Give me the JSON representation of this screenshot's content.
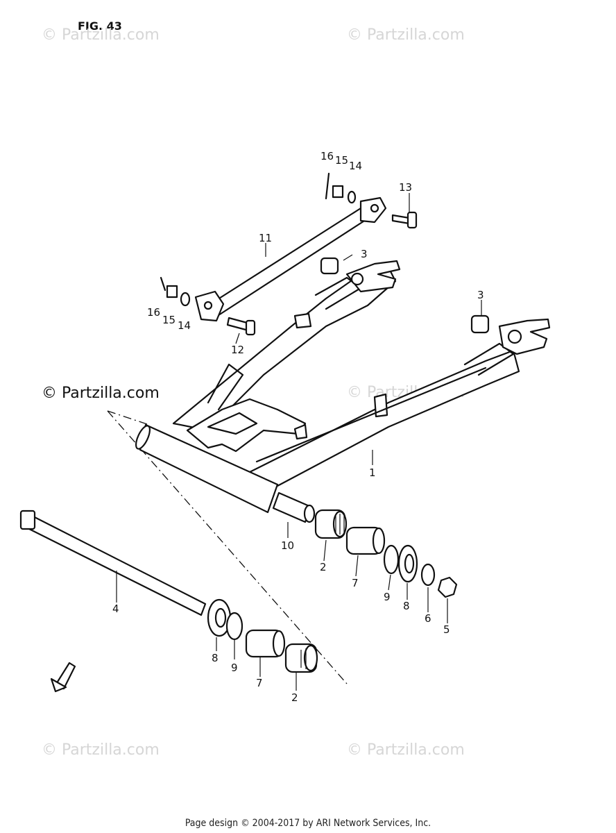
{
  "figure_label": "FIG. 43",
  "watermarks": [
    "© Partzilla.com",
    "© Partzilla.com",
    "© Partzilla.com",
    "© Partzilla.com",
    "© Partzilla.com",
    "© Partzilla.com"
  ],
  "footer": "Page design © 2004-2017 by ARI Network Services, Inc.",
  "callouts": [
    "16",
    "15",
    "14",
    "13",
    "11",
    "3",
    "16",
    "15",
    "14",
    "12",
    "3",
    "1",
    "10",
    "2",
    "7",
    "9",
    "8",
    "6",
    "5",
    "4",
    "8",
    "9",
    "7",
    "2"
  ],
  "colors": {
    "ink": "#111111",
    "watermark": "#d6d6d6",
    "background": "#ffffff"
  }
}
